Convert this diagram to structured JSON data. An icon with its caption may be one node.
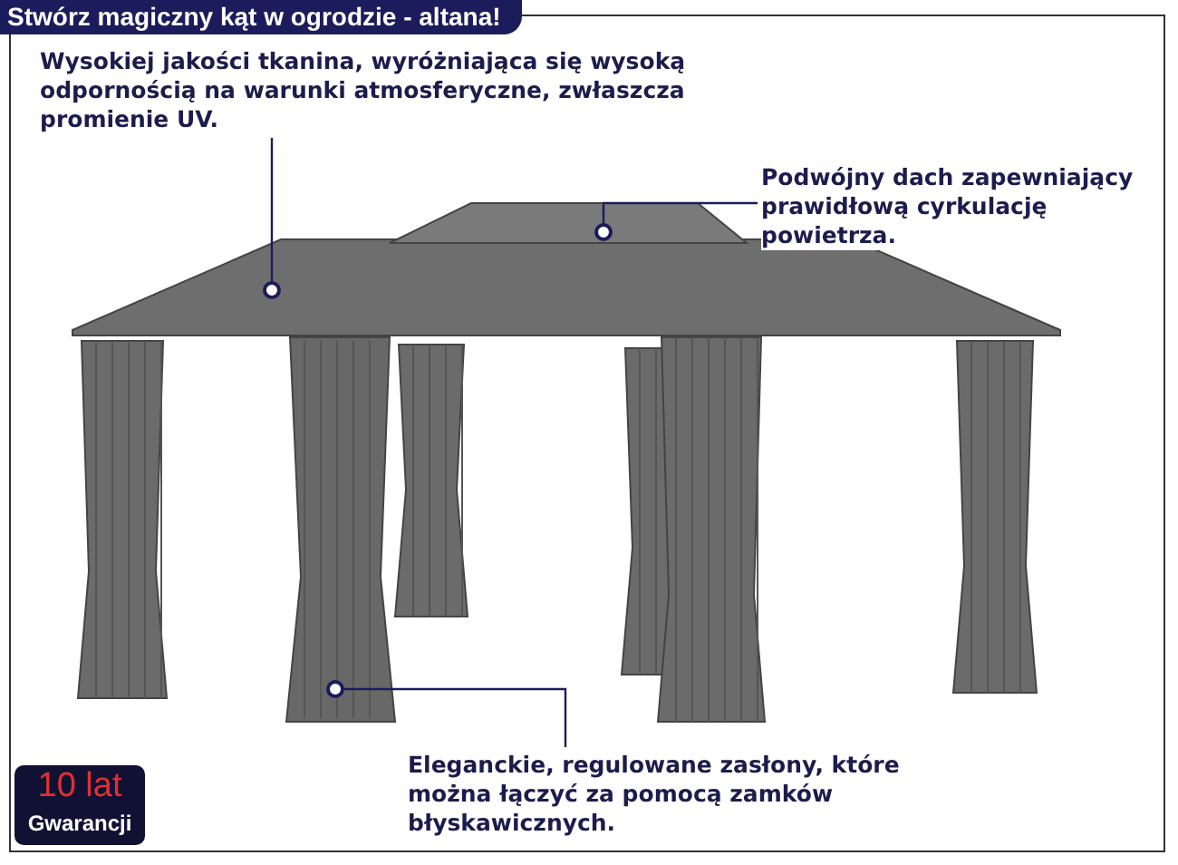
{
  "diagram": {
    "title": "Stwórz magiczny kąt w ogrodzie - altana!",
    "nodes": [
      {
        "text": [
          "Wysokiej jakości tkanina, wyróżniająca się wysoką odpornością na warunki atmosferyczne, zwłaszcza promienie UV."
        ]
      },
      {
        "text": [],
        "shape": "picture"
      },
      {
        "text": [
          "Podwójny dach zapewniający prawidłową cyrkulację powietrza."
        ]
      },
      {
        "text": [],
        "shape": "picture"
      },
      {
        "text": [
          "Eleganckie, regulowane zasłony, które można łączyć za pomocą zamków błyskawicznych."
        ]
      },
      {
        "text": [],
        "shape": "picture"
      }
    ],
    "edges": [
      {
        "from": 0,
        "to": 1,
        "arrow": "other"
      },
      {
        "from": 2,
        "to": 3,
        "arrow": "other"
      },
      {
        "from": 4,
        "to": 5,
        "arrow": "other"
      }
    ],
    "labels": [
      "10 lat",
      "Gwarancji"
    ]
  }
}
